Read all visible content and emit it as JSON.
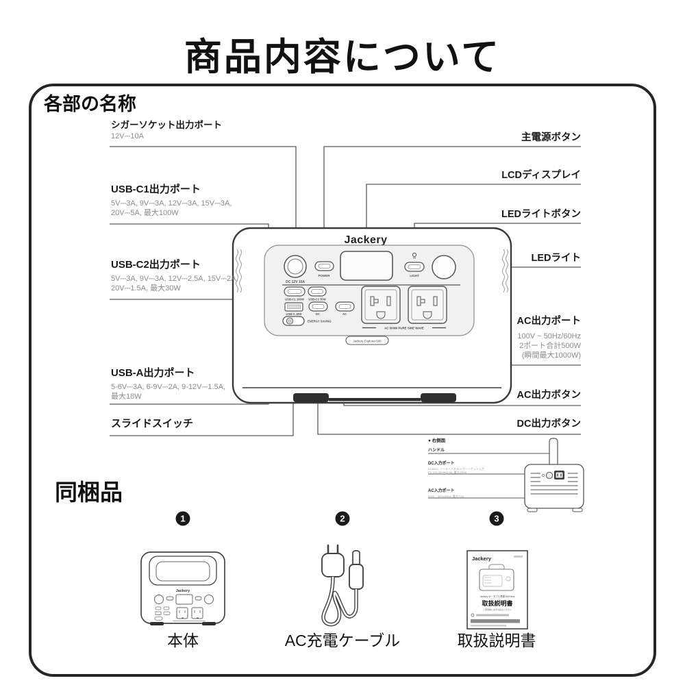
{
  "page": {
    "title": "商品内容について"
  },
  "parts_section": {
    "heading": "各部の名称",
    "left_labels": [
      {
        "label": "シガーソケット出力ポート",
        "spec1": "12V⎓10A"
      },
      {
        "label": "USB-C1出力ポート",
        "spec1": "5V⎓3A, 9V⎓3A, 12V⎓3A, 15V⎓3A,",
        "spec2": "20V⎓5A, 最大100W"
      },
      {
        "label": "USB-C2出力ポート",
        "spec1": "5V⎓3A, 9V⎓3A, 12V⎓2.5A, 15V⎓2A,",
        "spec2": "20V⎓1.5A, 最大30W"
      },
      {
        "label": "USB-A出力ポート",
        "spec1": "5-6V⎓3A, 6-9V⎓2A, 9-12V⎓1.5A,",
        "spec2": "最大18W"
      },
      {
        "label": "スライドスイッチ"
      }
    ],
    "right_labels": [
      {
        "label": "主電源ボタン"
      },
      {
        "label": "LCDディスプレイ"
      },
      {
        "label": "LEDライトボタン"
      },
      {
        "label": "LEDライト"
      },
      {
        "label": "AC出力ポート",
        "spec1": "100V ~ 50Hz/60Hz",
        "spec2": "2ポート合計500W",
        "spec3": "(瞬間最大1000W)"
      },
      {
        "label": "AC出力ボタン"
      },
      {
        "label": "DC出力ボタン"
      }
    ]
  },
  "device": {
    "brand": "Jackery",
    "model_badge": "Jackery Explorer 500",
    "captions": {
      "dc_socket": "DC 12V 10A",
      "power": "POWER",
      "light": "LIGHT",
      "usb_c1": "USB-C1 100W",
      "usb_c2": "USB-C2 30W",
      "usb_a": "USB-A 18W",
      "dc": "DC",
      "ac": "AC",
      "energy_saving": "ENERGY SAVING",
      "ac_rating": "AC 500W PURE SINE WAVE"
    }
  },
  "side_view": {
    "heading": "● 右側面",
    "handle": {
      "label": "ハンドル"
    },
    "dc_in": {
      "label": "DC入力ポート",
      "spec1": "DC8020, ソーラーパネル/シガーソケット入力",
      "spec2": "PV 12V-30V⎓10.5A, 最大230W"
    },
    "ac_in": {
      "label": "AC入力ポート",
      "spec1": "100V ~ 50Hz/60Hz, 最大7.5A"
    }
  },
  "included_section": {
    "heading": "同梱品",
    "items": [
      {
        "number": "1",
        "name": "本体"
      },
      {
        "number": "2",
        "name": "AC充電ケーブル"
      },
      {
        "number": "3",
        "name": "取扱説明書"
      }
    ],
    "manual_cover": {
      "brand": "Jackery",
      "line1": "Jackery ポータブル電源 500 New",
      "title": "取扱説明書",
      "line2": "ご使用前に必ずお読みください"
    }
  }
}
